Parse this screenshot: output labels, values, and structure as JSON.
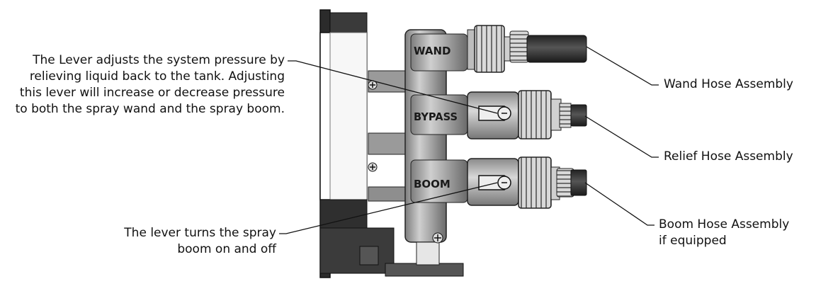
{
  "valve_labels": {
    "wand": "WAND",
    "bypass": "BYPASS",
    "boom": "BOOM"
  },
  "callouts": {
    "lever_pressure": [
      "The Lever adjusts the system pressure by",
      "relieving liquid back to the tank. Adjusting",
      "this lever will increase or decrease pressure",
      "to both the spray wand and the spray boom."
    ],
    "lever_boom": [
      "The lever turns the spray",
      "boom on and off"
    ],
    "wand_hose": "Wand Hose Assembly",
    "relief_hose": "Relief Hose Assembly",
    "boom_hose": [
      "Boom Hose Assembly",
      "if equipped"
    ]
  }
}
